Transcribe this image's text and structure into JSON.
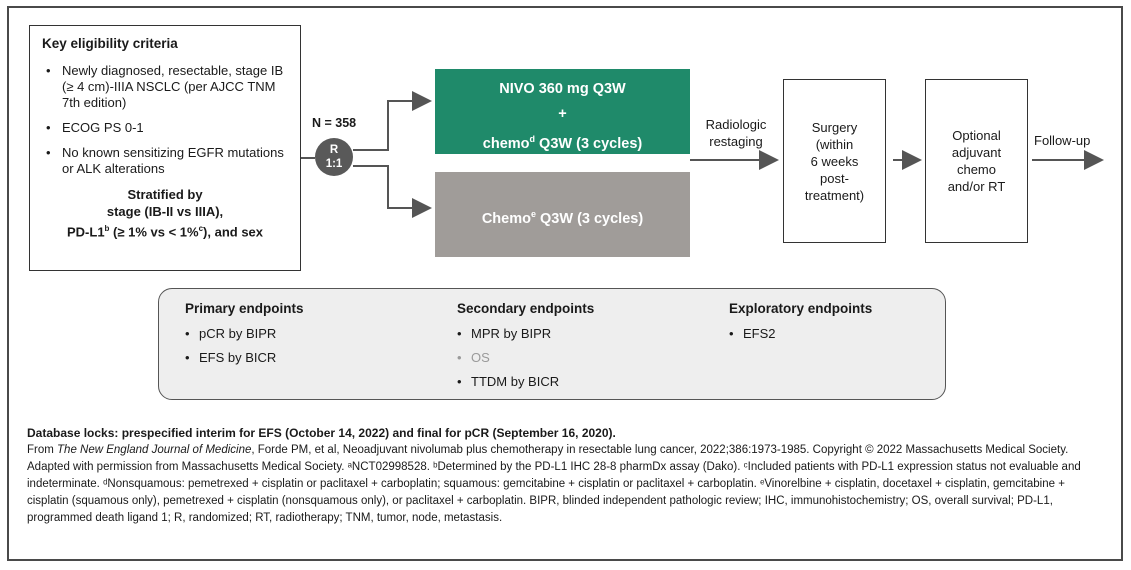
{
  "eligibility": {
    "title": "Key eligibility criteria",
    "items": [
      "Newly diagnosed, resectable, stage IB (≥ 4 cm)-IIIA NSCLC (per AJCC TNM 7th edition)",
      "ECOG PS 0-1",
      "No known sensitizing EGFR mutations or ALK alterations"
    ],
    "stratified": [
      "Stratified by",
      "stage (IB-II vs IIIA),",
      "PD-L1",
      "b",
      " (≥ 1% vs < 1%",
      "c",
      "), and sex"
    ]
  },
  "randomization": {
    "n_label": "N = 358",
    "r_label": "R",
    "ratio": "1:1"
  },
  "arms": {
    "arm1": {
      "line1": "NIVO 360 mg Q3W",
      "line2": "+",
      "line3_pre": "chemo",
      "line3_sup": "d",
      "line3_post": " Q3W (3 cycles)"
    },
    "arm2": {
      "pre": "Chemo",
      "sup": "e",
      "post": " Q3W (3 cycles)"
    }
  },
  "steps": {
    "restaging": [
      "Radiologic",
      "restaging"
    ],
    "surgery": [
      "Surgery",
      "(within",
      "6 weeks",
      "post-",
      "treatment)"
    ],
    "adjuvant": [
      "Optional",
      "adjuvant",
      "chemo",
      "and/or RT"
    ],
    "followup": "Follow-up"
  },
  "endpoints": {
    "primary": {
      "title": "Primary endpoints",
      "items": [
        "pCR by BIPR",
        "EFS by BICR"
      ]
    },
    "secondary": {
      "title": "Secondary endpoints",
      "items": [
        "MPR by BIPR",
        "OS",
        "TTDM by BICR"
      ]
    },
    "exploratory": {
      "title": "Exploratory endpoints",
      "items": [
        "EFS2"
      ]
    }
  },
  "footer": {
    "database_locks": "Database locks: prespecified interim for EFS (October 14, 2022) and final for pCR (September 16, 2020).",
    "source_pre": "From ",
    "source_journal": "The New England Journal of Medicine",
    "source_post": ", Forde PM, et al, Neoadjuvant nivolumab plus chemotherapy in resectable lung cancer, 2022;386:1973-1985. Copyright © 2022 Massachusetts Medical Society. Adapted with permission from Massachusetts Medical Society. ",
    "notes": "ᵃNCT02998528. ᵇDetermined by the PD-L1 IHC 28-8 pharmDx assay (Dako). ᶜIncluded patients with PD-L1 expression status not evaluable and indeterminate. ᵈNonsquamous: pemetrexed + cisplatin or paclitaxel + carboplatin; squamous: gemcitabine + cisplatin or paclitaxel + carboplatin. ᵉVinorelbine + cisplatin, docetaxel + cisplatin, gemcitabine + cisplatin (squamous only), pemetrexed + cisplatin (nonsquamous only), or paclitaxel + carboplatin. BIPR, blinded independent pathologic review; IHC, immunohistochemistry; OS, overall survival; PD-L1, programmed death ligand 1; R, randomized; RT, radiotherapy; TNM, tumor, node, metastasis."
  },
  "colors": {
    "nivo_arm": "#1f8a6a",
    "chemo_arm": "#a09c99",
    "randomize_circle": "#595959",
    "endpoint_bg": "#eeeeee"
  }
}
